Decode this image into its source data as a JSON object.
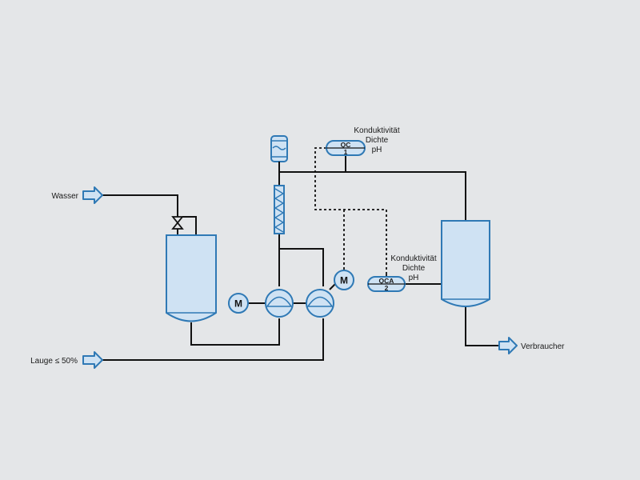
{
  "inputs": {
    "water": "Wasser",
    "lye": "Lauge ≤ 50%"
  },
  "output": {
    "consumer": "Verbraucher"
  },
  "instruments": {
    "qc": {
      "tag": "QC",
      "number": "1",
      "labels": [
        "Konduktivität",
        "Dichte",
        "pH"
      ]
    },
    "qca": {
      "tag": "QCA",
      "number": "2",
      "labels": [
        "Konduktivität",
        "Dichte",
        "pH"
      ]
    }
  },
  "motors": {
    "motor_left": "M",
    "motor_right": "M"
  },
  "colors": {
    "background": "#e4e6e8",
    "line": "#111111",
    "equipment_fill": "#cfe2f3",
    "equipment_stroke": "#2f79b5"
  }
}
